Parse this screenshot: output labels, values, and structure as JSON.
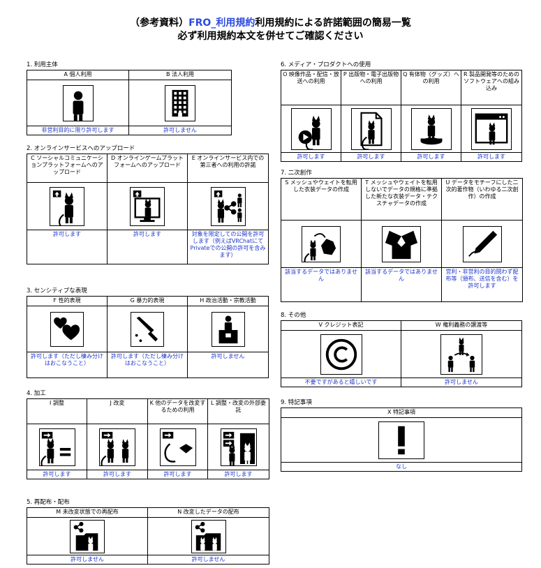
{
  "title": {
    "line1_pre": "（参考資料）",
    "line1_link": "FRO_利用規約",
    "line1_post": "利用規約による許諾範囲の簡易一覧",
    "line2": "必ず利用規約本文を併せてご確認ください"
  },
  "sections": {
    "s1": {
      "label": "1. 利用主体",
      "items": [
        {
          "id": "A",
          "header": "A 個人利用",
          "icon": "person-icon",
          "status": "非営利目的に限り許可します"
        },
        {
          "id": "B",
          "header": "B 法人利用",
          "icon": "building-icon",
          "status": "許可しません"
        }
      ]
    },
    "s2": {
      "label": "2. オンラインサービスへのアップロード",
      "items": [
        {
          "id": "C",
          "header": "C ソーシャルコミュニケーションプラットフォームへのアップロード",
          "icon": "upload-avatar-icon",
          "status": "許可します"
        },
        {
          "id": "D",
          "header": "D オンラインゲームプラットフォームへのアップロード",
          "icon": "upload-monitor-icon",
          "status": "許可します"
        },
        {
          "id": "E",
          "header": "E オンラインサービス内での第三者への利用の許諾",
          "icon": "share-users-icon",
          "status": "対象を限定しての公開を許可します（例えばVRChatにてPrivateでの公開の許可を含みます）"
        }
      ]
    },
    "s3": {
      "label": "3. センシティブな表現",
      "items": [
        {
          "id": "F",
          "header": "F 性的表現",
          "icon": "hearts-icon",
          "status": "許可します（ただし棲み分けはおこなうこと）"
        },
        {
          "id": "G",
          "header": "G 暴力的表現",
          "icon": "knife-icon",
          "status": "許可します（ただし棲み分けはおこなうこと）"
        },
        {
          "id": "H",
          "header": "H 政治活動・宗教活動",
          "icon": "podium-icon",
          "status": "許可しません"
        }
      ]
    },
    "s4": {
      "label": "4. 加工",
      "items": [
        {
          "id": "I",
          "header": "I 調整",
          "icon": "adjust-icon",
          "status": "許可します"
        },
        {
          "id": "J",
          "header": "J 改変",
          "icon": "modify-icon",
          "status": "許可します"
        },
        {
          "id": "K",
          "header": "K 他のデータを改変するための利用",
          "icon": "tail-ribbon-icon",
          "status": "許可します"
        },
        {
          "id": "L",
          "header": "L 調整・改変の外部委託",
          "icon": "outsource-icon",
          "status": "許可します"
        }
      ]
    },
    "s5": {
      "label": "5. 再配布・配布",
      "items": [
        {
          "id": "M",
          "header": "M 未改変状態での再配布",
          "icon": "share-folder-icon",
          "status": "許可しません"
        },
        {
          "id": "N",
          "header": "N 改変したデータの配布",
          "icon": "share-modified-icon",
          "status": "許可しません"
        }
      ]
    },
    "s6": {
      "label": "6. メディア・プロダクトへの使用",
      "items": [
        {
          "id": "O",
          "header": "O 映像作品・配信・放送への利用",
          "icon": "video-icon",
          "status": "許可します"
        },
        {
          "id": "P",
          "header": "P 出版物・電子出版物への利用",
          "icon": "publication-icon",
          "status": "許可します"
        },
        {
          "id": "Q",
          "header": "Q 有体物（グッズ）への利用",
          "icon": "figure-icon",
          "status": "許可します"
        },
        {
          "id": "R",
          "header": "R 製品開発等のためのソフトウェアへの組み込み",
          "icon": "software-icon",
          "status": "許可します"
        }
      ]
    },
    "s7": {
      "label": "7. 二次創作",
      "items": [
        {
          "id": "S",
          "header": "S メッシュやウェイトを転用した衣装データの作成",
          "icon": "mesh-transfer-icon",
          "status": "該当するデータではありません"
        },
        {
          "id": "T",
          "header": "T メッシュやウェイトを転用しないでデータの規格に準拠した新たな衣装データ・テクスチャデータの作成",
          "icon": "cloth-icon",
          "status": "該当するデータではありません"
        },
        {
          "id": "U",
          "header": "U データをモチーフにした二次的著作物（いわゆる二次創作）の作成",
          "icon": "pen-icon",
          "status": "営利・非営利の目的問わず配布等（頒布、送信を含む）を許可します"
        }
      ]
    },
    "s8": {
      "label": "8. その他",
      "items": [
        {
          "id": "V",
          "header": "V クレジット表記",
          "icon": "copyright-icon",
          "status": "不要ですがあると嬉しいです"
        },
        {
          "id": "W",
          "header": "W 権利義務の譲渡等",
          "icon": "transfer-icon",
          "status": "許可しません"
        }
      ]
    },
    "s9": {
      "label": "9. 特記事項",
      "items": [
        {
          "id": "X",
          "header": "X 特記事項",
          "icon": "exclamation-icon",
          "status": "なし"
        }
      ]
    }
  }
}
